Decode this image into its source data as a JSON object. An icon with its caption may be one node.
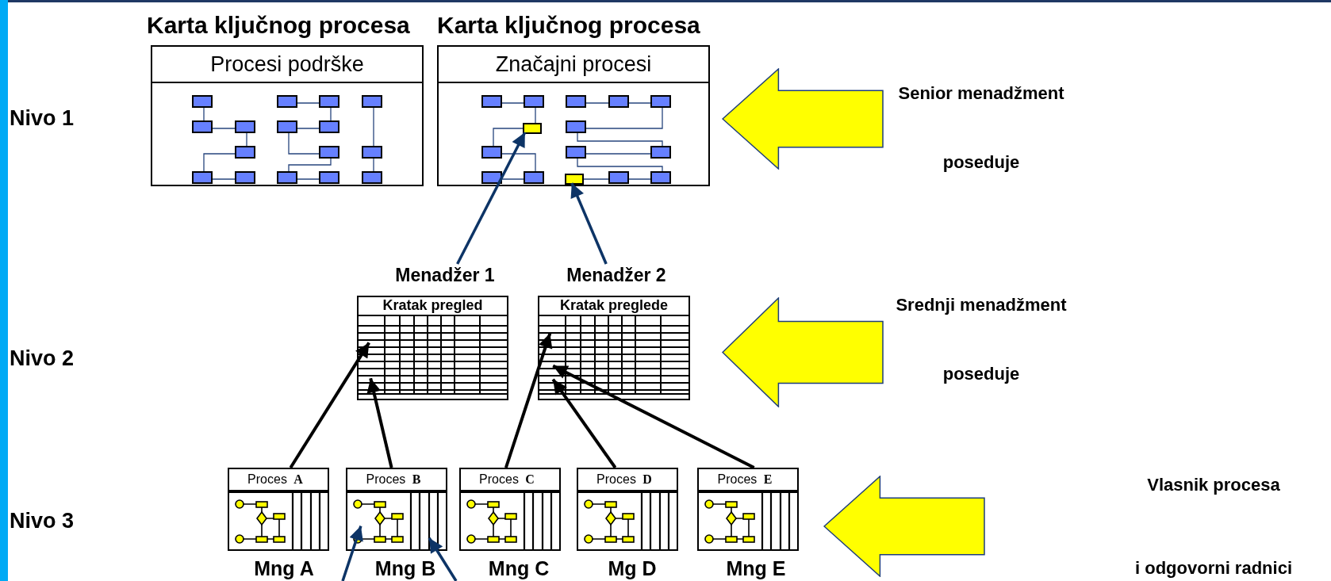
{
  "diagram": {
    "nodes": [
      {
        "text": [
          "Karta ključnog procesa",
          "Procesi podrške"
        ]
      },
      {
        "text": [
          "Karta ključnog procesa",
          "Značajni procesi"
        ]
      },
      {
        "text": [],
        "shape": "box",
        "in": 1
      },
      {
        "text": [],
        "shape": "box",
        "in": 1
      },
      {
        "text": [
          "Menadžer 1"
        ]
      },
      {
        "text": [
          "Menadžer 2"
        ]
      },
      {
        "text": [
          "Kratak pregled"
        ]
      },
      {
        "text": [
          "Kratak preglede"
        ]
      },
      {
        "text": [
          "Proces **A**"
        ],
        "beside": [
          "Mng A"
        ]
      },
      {
        "text": [
          "Proces **B**"
        ],
        "beside": [
          "Mng B"
        ]
      },
      {
        "text": [
          "Proces **C**"
        ],
        "beside": [
          "Mng C"
        ]
      },
      {
        "text": [
          "Proces **D**"
        ],
        "beside": [
          "Mg D"
        ]
      },
      {
        "text": [
          "Proces **E**"
        ],
        "beside": [
          "Mng E"
        ]
      },
      {
        "text": [],
        "shape": "picture",
        "in": 9
      },
      {
        "text": [],
        "shape": "box",
        "in": 9
      },
      {
        "text": [],
        "shape": "arrow",
        "beside": [
          "Senior menadžment",
          "poseduje"
        ]
      },
      {
        "text": [],
        "shape": "arrow",
        "beside": [
          "Srednji menadžment",
          "poseduje"
        ]
      },
      {
        "text": [],
        "shape": "arrow",
        "beside": [
          "Vlasnik procesa",
          "i odgovorni radnici"
        ]
      }
    ],
    "edges": [
      {
        "from": 4,
        "to": 2,
        "arrow": "to",
        "color": "#0d3466"
      },
      {
        "from": 5,
        "to": 3,
        "arrow": "to",
        "color": "#0d3466"
      },
      {
        "from": 8,
        "to": 6,
        "arrow": "to"
      },
      {
        "from": 9,
        "to": 6,
        "arrow": "to"
      },
      {
        "from": 10,
        "to": 7,
        "arrow": "to"
      },
      {
        "from": 11,
        "to": 7,
        "arrow": "to"
      },
      {
        "from": 12,
        "to": 7,
        "arrow": "to"
      },
      {
        "from": null,
        "to": 13,
        "arrow": "to",
        "color": "#0d3466"
      },
      {
        "from": null,
        "to": 14,
        "arrow": "to",
        "color": "#0d3466"
      }
    ],
    "labels": [
      "Nivo 1",
      "Nivo 2",
      "Nivo 3"
    ]
  }
}
